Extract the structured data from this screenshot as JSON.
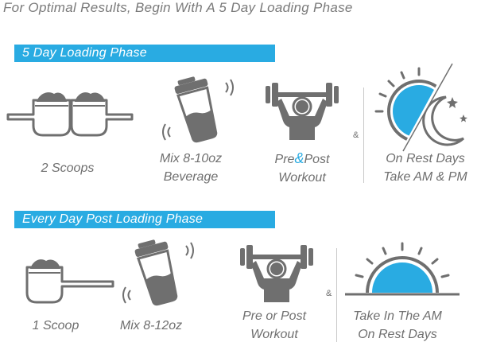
{
  "header": {
    "text": "For Optimal Results, Begin With A 5 Day Loading Phase"
  },
  "colors": {
    "accent": "#29abe2",
    "icon_gray": "#6f6f6f",
    "text_gray": "#6f6f6f"
  },
  "loading_phase": {
    "title": "5 Day Loading Phase",
    "scoops_caption": "2 Scoops",
    "mix_line1": "Mix 8-10oz",
    "mix_line2": "Beverage",
    "workout_pre": "Pre",
    "workout_amp": "&",
    "workout_post": "Post",
    "workout_line2": "Workout",
    "and_sign": "&",
    "rest_line1": "On Rest Days",
    "rest_line2": "Take AM & PM",
    "icons": [
      "scoop-icon",
      "scoop-icon",
      "shaker-bottle-icon",
      "lifter-dumbbell-icon",
      "sun-moon-icon"
    ]
  },
  "daily_phase": {
    "title": "Every Day Post Loading Phase",
    "scoops_caption": "1 Scoop",
    "mix_caption": "Mix 8-12oz",
    "workout_line1": "Pre or Post",
    "workout_line2": "Workout",
    "and_sign": "&",
    "rest_line1": "Take In The AM",
    "rest_line2": "On Rest Days",
    "icons": [
      "scoop-icon",
      "shaker-bottle-icon",
      "lifter-dumbbell-icon",
      "sunrise-icon"
    ]
  }
}
